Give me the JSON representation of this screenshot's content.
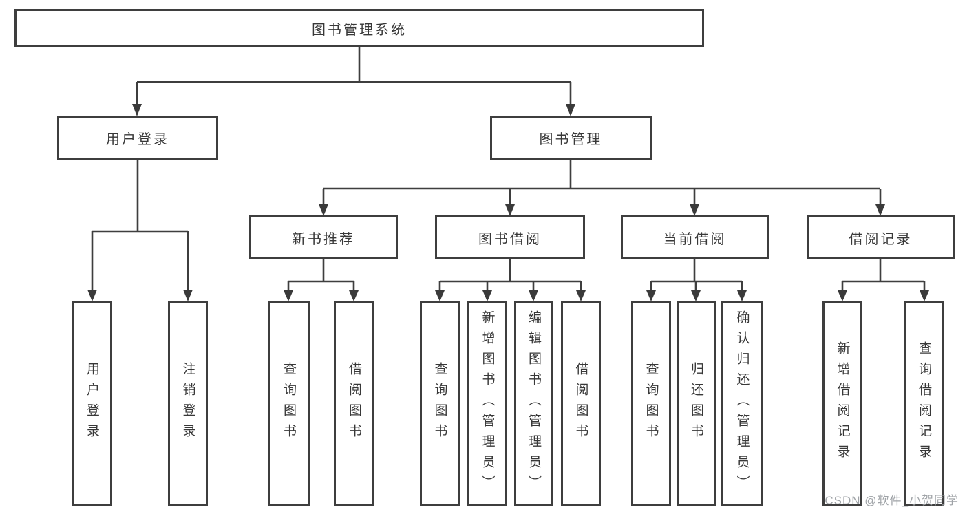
{
  "diagram": {
    "root": {
      "label": "图书管理系统"
    },
    "level2": [
      {
        "label": "用户登录"
      },
      {
        "label": "图书管理"
      }
    ],
    "level3": [
      {
        "label": "新书推荐"
      },
      {
        "label": "图书借阅"
      },
      {
        "label": "当前借阅"
      },
      {
        "label": "借阅记录"
      }
    ],
    "leaves": [
      {
        "label": "用户登录"
      },
      {
        "label": "注销登录"
      },
      {
        "label": "查询图书"
      },
      {
        "label": "借阅图书"
      },
      {
        "label": "查询图书"
      },
      {
        "label": "新增图书（管理员）"
      },
      {
        "label": "编辑图书（管理员）"
      },
      {
        "label": "借阅图书"
      },
      {
        "label": "查询图书"
      },
      {
        "label": "归还图书"
      },
      {
        "label": "确认归还（管理员）"
      },
      {
        "label": "新增借阅记录"
      },
      {
        "label": "查询借阅记录"
      }
    ]
  },
  "watermark": {
    "text": "CSDN @软件_小贺同学"
  },
  "colors": {
    "line": "#3e3e3e",
    "box_border": "#3e3e3e",
    "text": "#383838",
    "watermark": "#9fa3a7",
    "background": "#ffffff"
  }
}
